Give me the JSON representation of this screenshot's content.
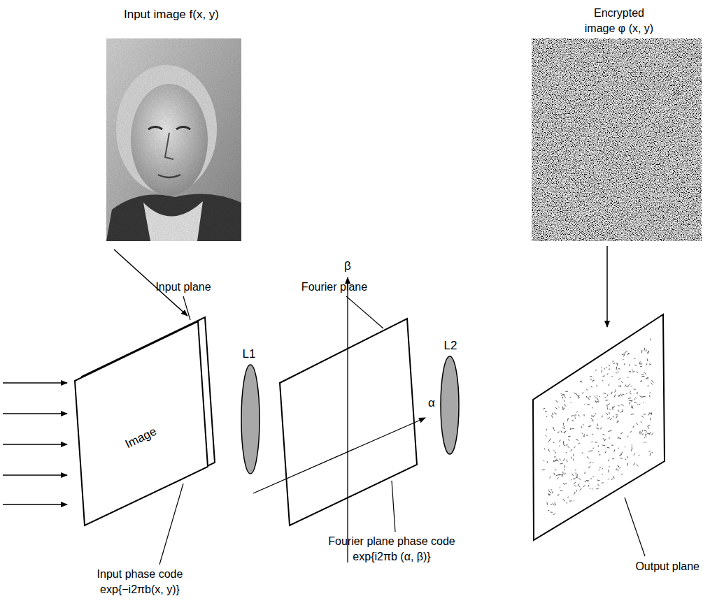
{
  "diagram": {
    "nodes": [
      {
        "text": [
          "Image"
        ]
      }
    ],
    "labels": [
      "Input image f(x, y)",
      "Encrypted image φ (x, y)",
      "Input plane",
      "L1",
      "Fourier plane",
      "β",
      "α",
      "L2",
      "Output plane",
      "Fourier plane phase code exp{i2πb (α, β)}",
      "Input phase code exp{−i2πb(x, y)}"
    ]
  }
}
